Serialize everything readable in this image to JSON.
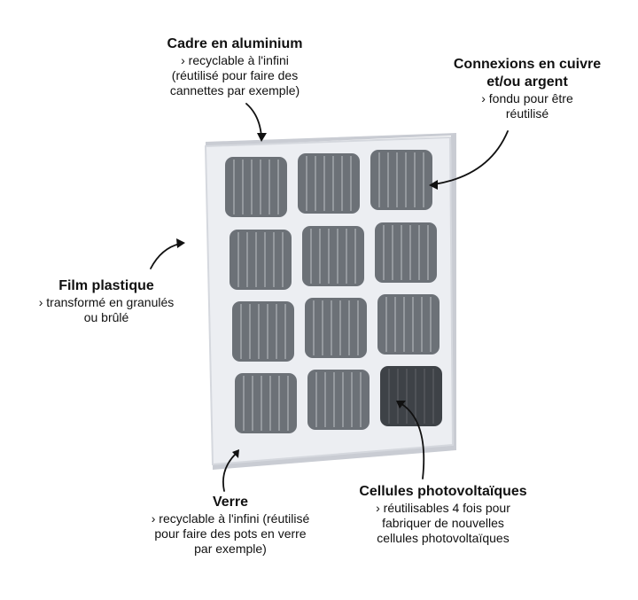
{
  "annotations": {
    "cadre": {
      "title": "Cadre en aluminium",
      "lines": [
        "› recyclable à l'infini",
        "(réutilisé pour faire des",
        "cannettes par exemple)"
      ]
    },
    "connexions": {
      "title_lines": [
        "Connexions en cuivre",
        "et/ou argent"
      ],
      "lines": [
        "› fondu pour être",
        "réutilisé"
      ]
    },
    "film": {
      "title": "Film plastique",
      "lines": [
        "› transformé en granulés",
        "ou brûlé"
      ]
    },
    "verre": {
      "title": "Verre",
      "lines": [
        "› recyclable à l'infini (réutilisé",
        "pour faire des pots en verre",
        "par exemple)"
      ]
    },
    "cellules": {
      "title": "Cellules photovoltaïques",
      "lines": [
        "› réutilisables 4 fois pour",
        "fabriquer de nouvelles",
        "cellules photovoltaïques"
      ]
    }
  },
  "colors": {
    "panel_frame": "#eceef2",
    "panel_frame_edge": "#d5d8de",
    "panel_side": "#c9ccd3",
    "cell": "#6c7177",
    "cell_highlight": "#3e4247",
    "cell_line": "#e6e8eb",
    "arrow": "#111111"
  },
  "panel": {
    "rows": 4,
    "cols": 3,
    "highlighted_cell": "row 4, column 3"
  }
}
